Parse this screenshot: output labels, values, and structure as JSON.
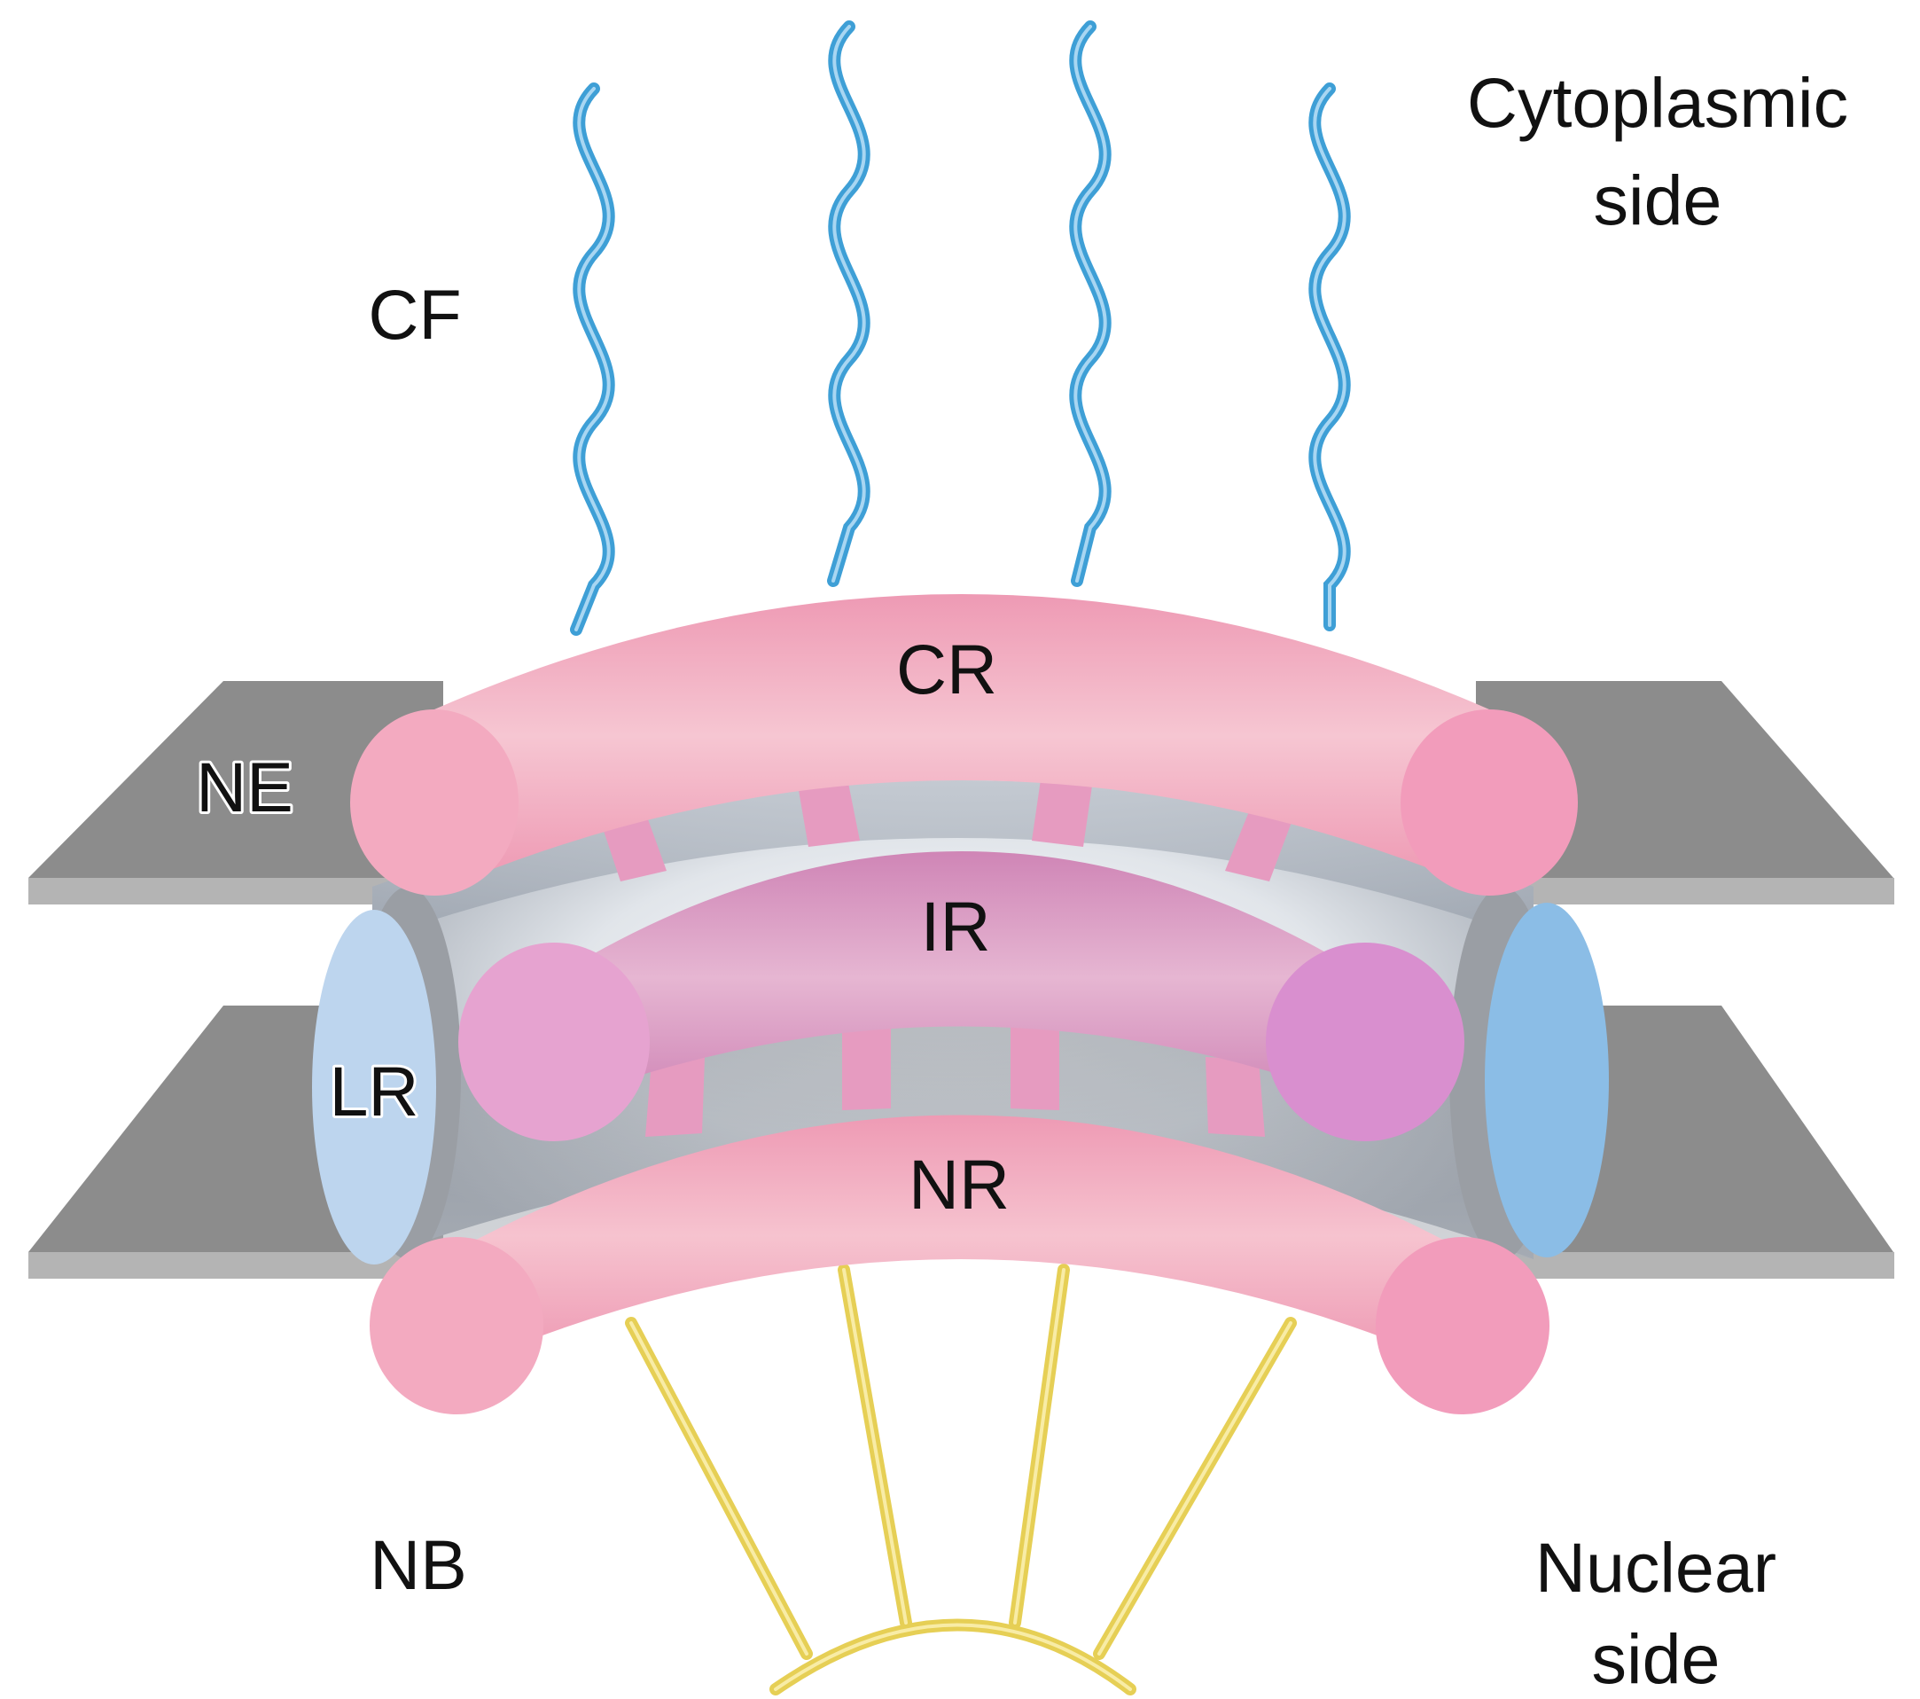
{
  "labels": {
    "cf": "CF",
    "cytoplasmic_line1": "Cytoplasmic",
    "cytoplasmic_line2": "side",
    "cr": "CR",
    "ne": "NE",
    "ir": "IR",
    "lr": "LR",
    "nr": "NR",
    "nb": "NB",
    "nuclear_line1": "Nuclear",
    "nuclear_line2": "side"
  },
  "colors": {
    "cytoplasmic_filament": "#3e9fd6",
    "cytoplasmic_ring": "#f3aac0",
    "inner_ring": "#d98fc2",
    "nuclear_ring": "#f3aac0",
    "nuclear_basket": "#e6cf55",
    "nuclear_envelope": "#8c8c8c",
    "luminal_ring_left": "#bdd5ee",
    "luminal_ring_right": "#8bbde6",
    "pore_channel": "#a9b0ba"
  }
}
